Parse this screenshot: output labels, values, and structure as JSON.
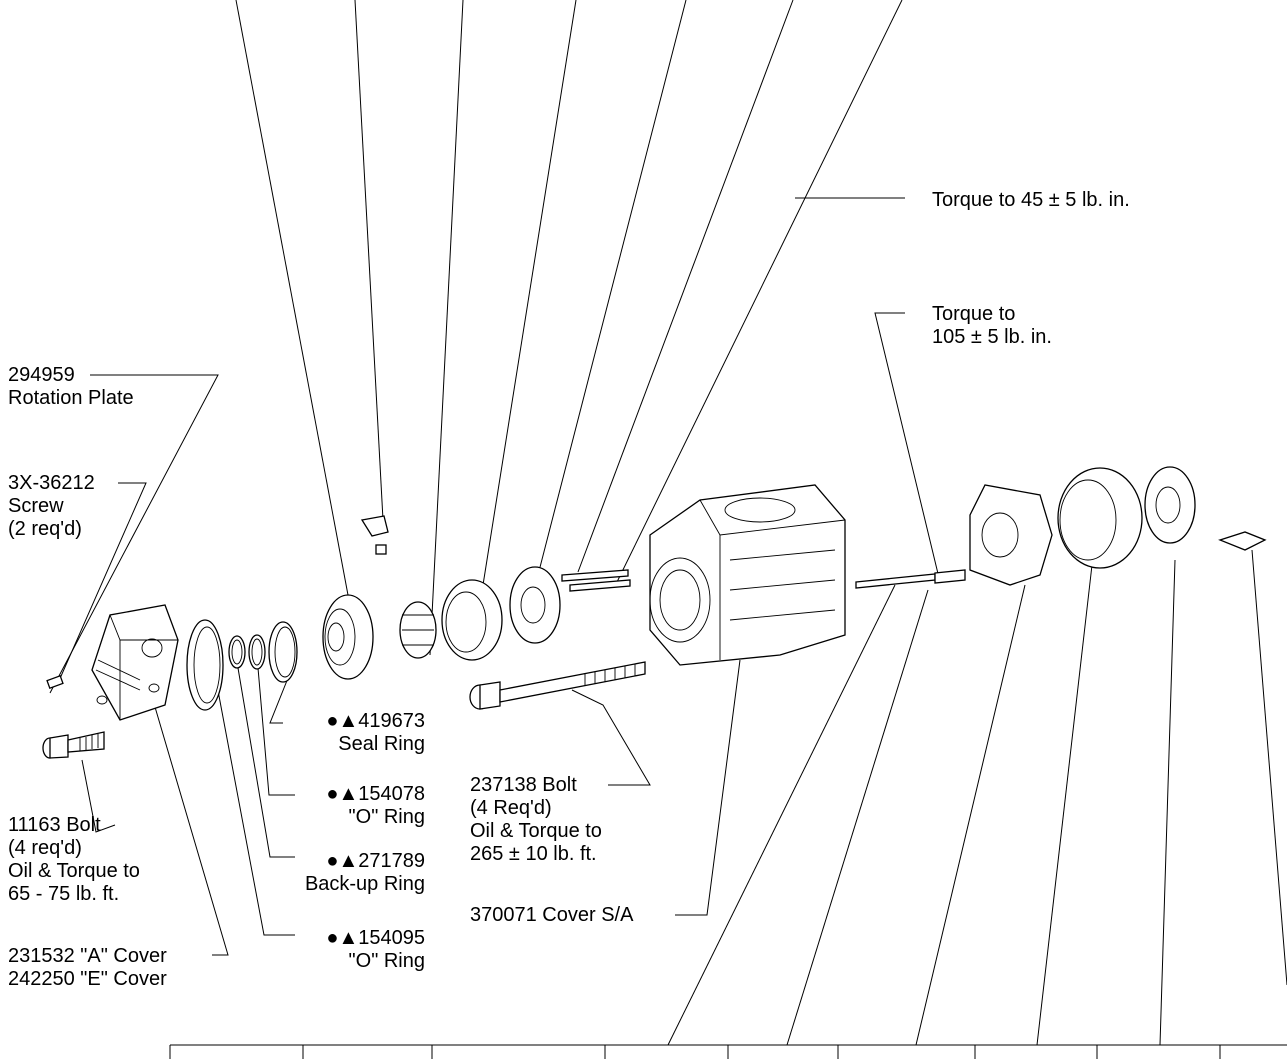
{
  "labels": {
    "torque_45": "Torque to 45 ± 5 lb. in.",
    "torque_105_l1": "Torque to",
    "torque_105_l2": "105 ± 5 lb. in.",
    "rotation_plate_num": "294959",
    "rotation_plate_name": "Rotation Plate",
    "screw_num": "3X-36212",
    "screw_name": "Screw",
    "screw_qty": "(2 req'd)",
    "seal_ring_num": "●▲419673",
    "seal_ring_name": "Seal Ring",
    "oring1_num": "●▲154078",
    "oring1_name": "\"O\"  Ring",
    "backup_num": "●▲271789",
    "backup_name": "Back-up Ring",
    "oring2_num": "●▲154095",
    "oring2_name": "\"O\"  Ring",
    "bolt237_l1": "237138 Bolt",
    "bolt237_l2": "(4 Req'd)",
    "bolt237_l3": "Oil & Torque to",
    "bolt237_l4": "265 ± 10 lb. ft.",
    "cover_sa": "370071 Cover S/A",
    "bolt11163_l1": "11163 Bolt",
    "bolt11163_l2": "(4 req'd)",
    "bolt11163_l3": "Oil & Torque to",
    "bolt11163_l4": "65 - 75 lb. ft.",
    "cover_a": "231532 \"A\" Cover",
    "cover_e": "242250 \"E\" Cover"
  }
}
